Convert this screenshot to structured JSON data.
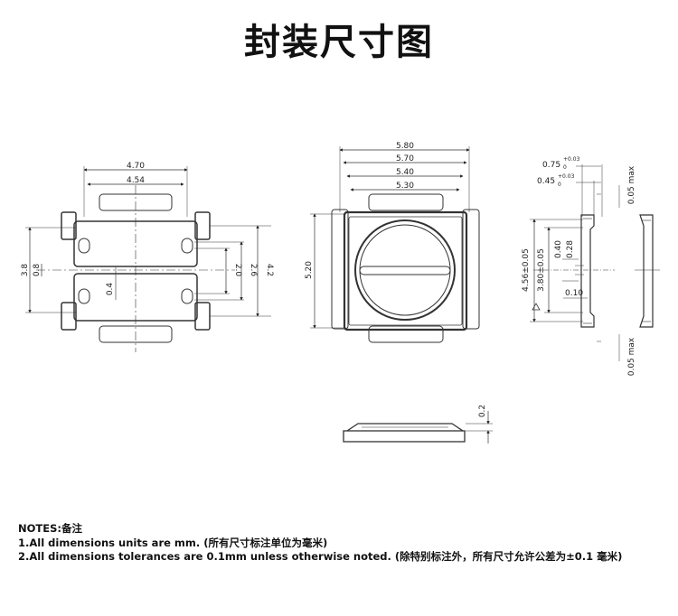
{
  "title": "封装尺寸图",
  "left_view": {
    "top_dims": [
      "4.70",
      "4.54"
    ],
    "left_dims": [
      "3.8",
      "0.8"
    ],
    "inner_dim": "0.4",
    "right_dims": [
      "2.0",
      "2.6",
      "4.2"
    ]
  },
  "top_view": {
    "top_dims": [
      "5.80",
      "5.70",
      "5.40",
      "5.30"
    ],
    "left_dim": "5.20"
  },
  "side_view": {
    "top_dims": [
      {
        "base": "0.75",
        "sup": "+0.03",
        "sub": "0"
      },
      {
        "base": "0.45",
        "sup": "+0.03",
        "sub": "0"
      }
    ],
    "left_dims": [
      "4.56±0.05",
      "3.80±0.05"
    ],
    "center_dims": [
      "0.40",
      "0.28"
    ],
    "small_dim": "0.10",
    "max_top": "0.05 max",
    "max_bottom": "0.05 max"
  },
  "bottom_view": {
    "height_dim": "0.2"
  },
  "notes": {
    "heading": "NOTES:备注",
    "line1": "1.All dimensions units are mm. (所有尺寸标注单位为毫米)",
    "line2": "2.All dimensions tolerances are 0.1mm unless otherwise noted. (除特别标注外，所有尺寸允许公差为±0.1 毫米)"
  }
}
